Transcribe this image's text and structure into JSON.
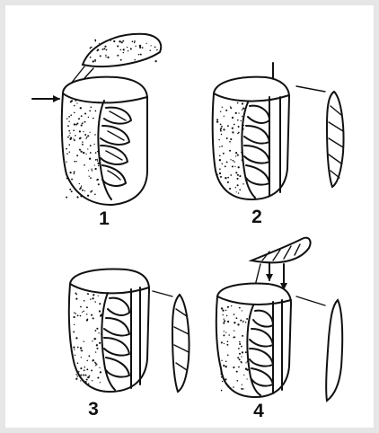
{
  "labels": {
    "step1": "1",
    "step2": "2",
    "step3": "3",
    "step4": "4"
  },
  "colors": {
    "frame_background": "#e6e6e6",
    "panel_background": "#ffffff",
    "ink": "#111111"
  }
}
